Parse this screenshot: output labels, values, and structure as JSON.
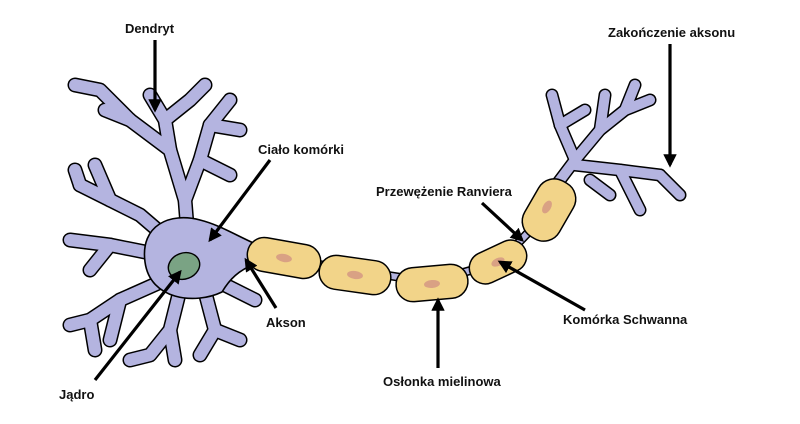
{
  "labels": {
    "dendrite": "Dendryt",
    "cell_body": "Ciało komórki",
    "nucleus": "Jądro",
    "axon": "Akson",
    "axon_terminal": "Zakończenie aksonu",
    "node_of_ranvier": "Przewężenie Ranviera",
    "schwann_cell": "Komórka Schwanna",
    "myelin_sheath": "Osłonka mielinowa"
  },
  "colors": {
    "neuron_fill": "#b4b4e0",
    "nucleus_fill": "#7aa384",
    "myelin_fill": "#f2d489",
    "schwann_nucleus": "#d9a184",
    "outline": "#000000"
  }
}
